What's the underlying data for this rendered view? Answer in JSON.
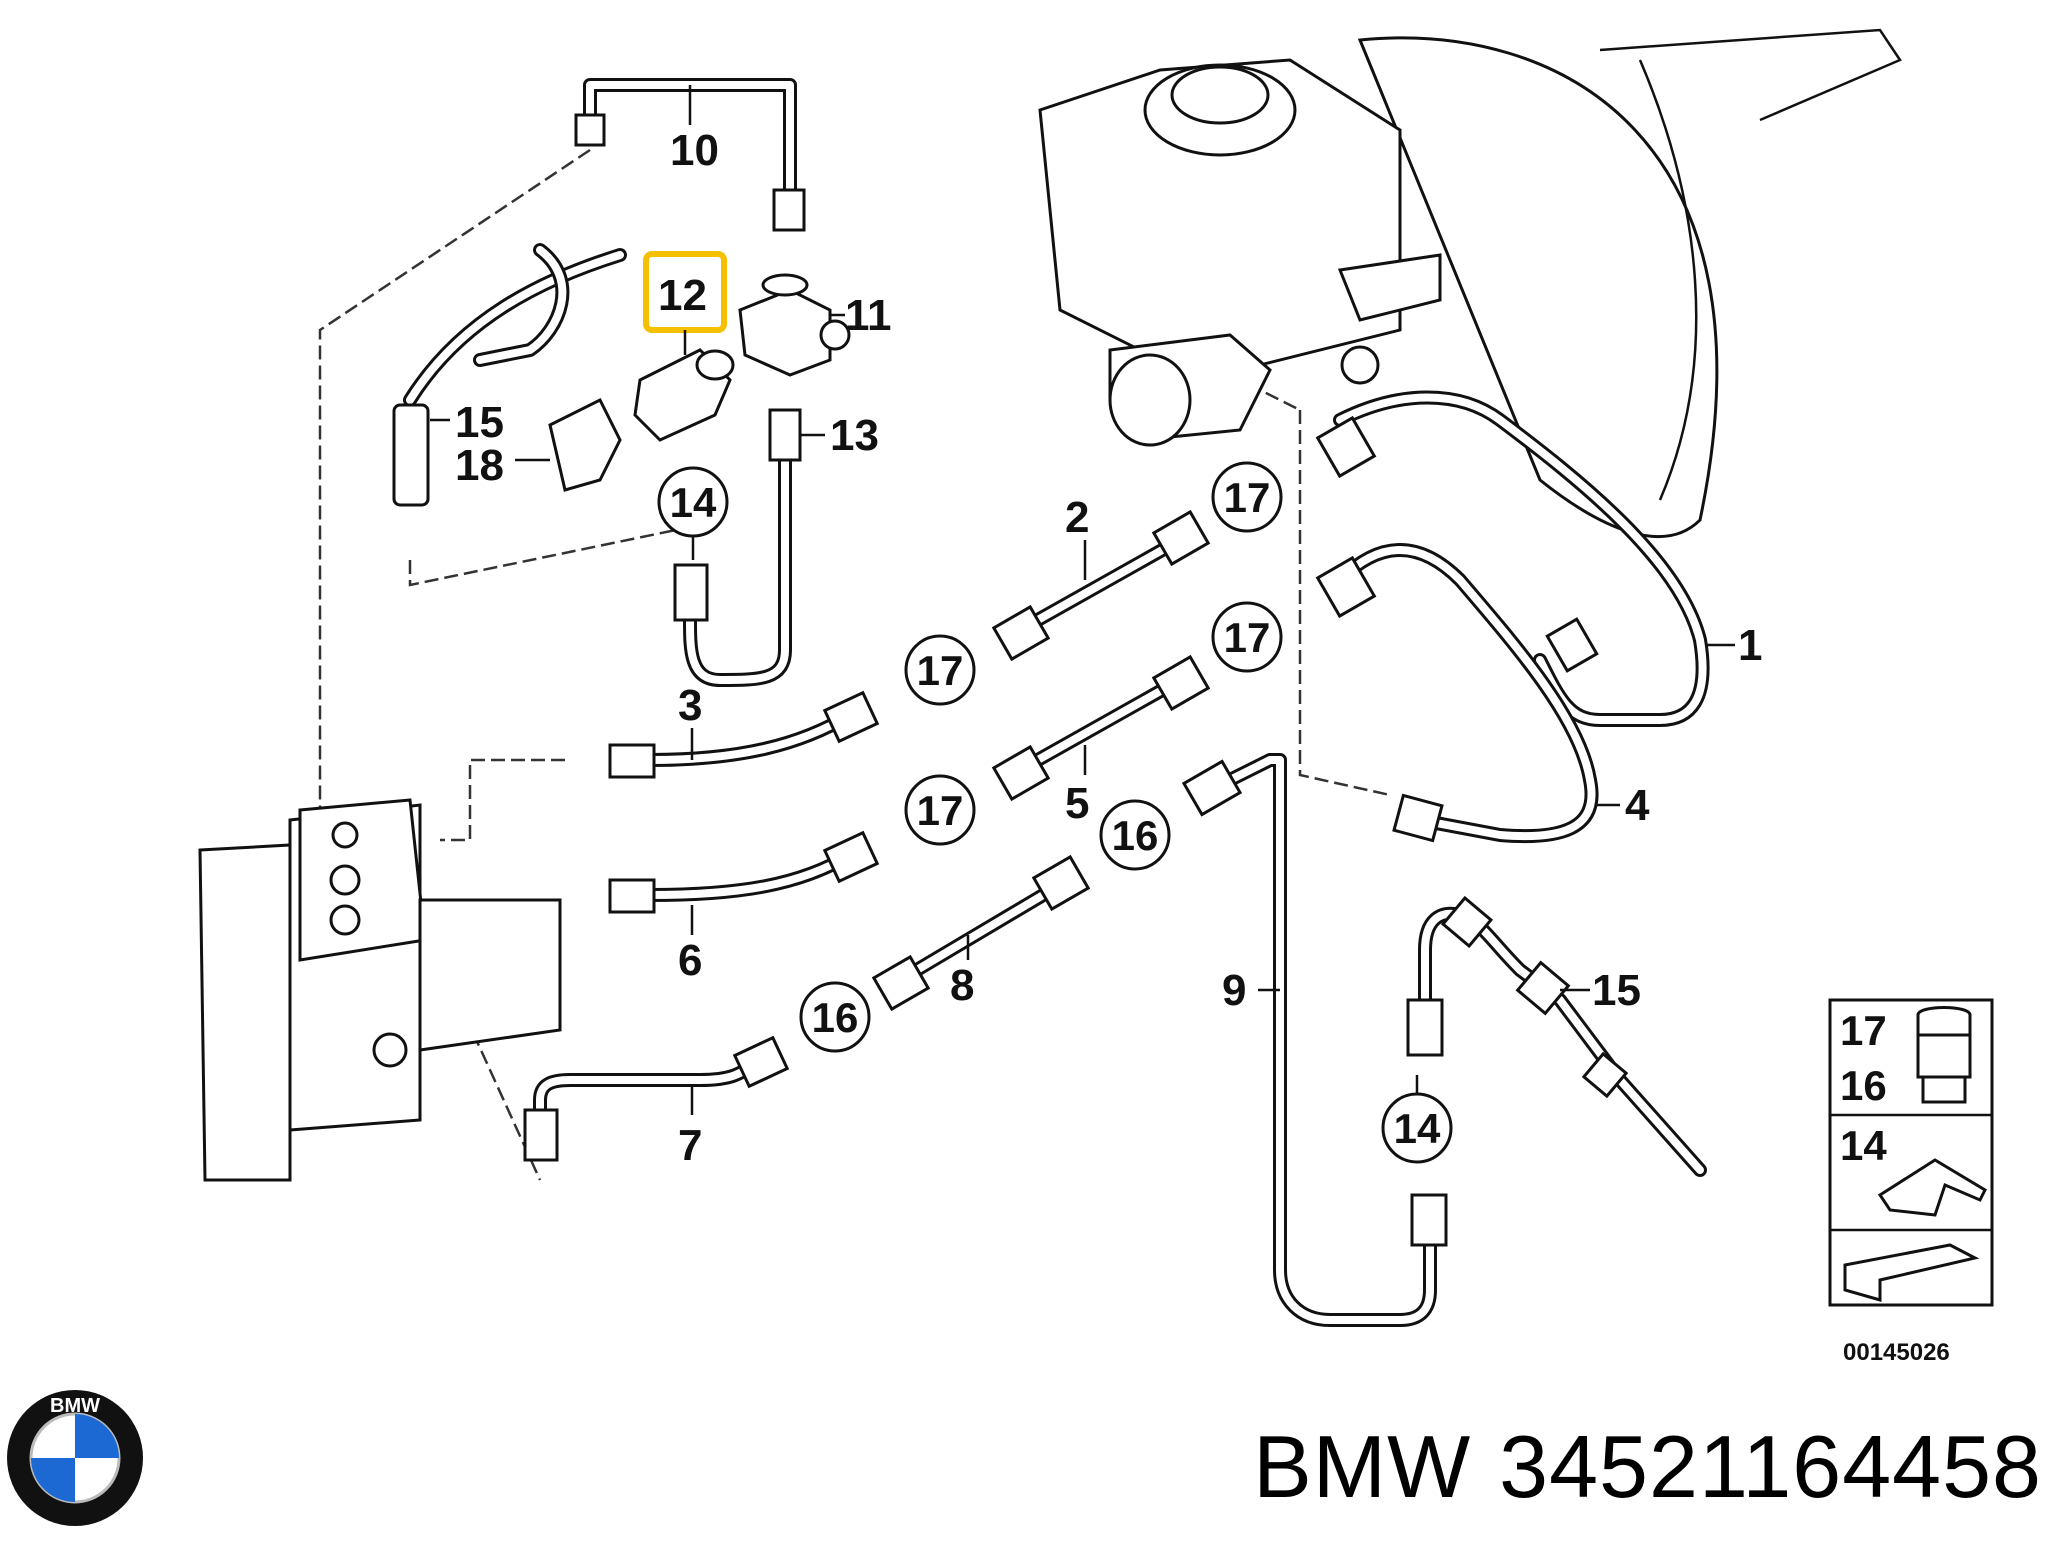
{
  "diagram": {
    "part_labels": {
      "p1": "1",
      "p2": "2",
      "p3": "3",
      "p4": "4",
      "p5": "5",
      "p6": "6",
      "p7": "7",
      "p8": "8",
      "p9": "9",
      "p10": "10",
      "p11": "11",
      "p12": "12",
      "p13": "13",
      "p14": "14",
      "p15": "15",
      "p15b": "15",
      "p18": "18"
    },
    "circle_labels": {
      "c14a": "14",
      "c14b": "14",
      "c17a": "17",
      "c17b": "17",
      "c17c": "17",
      "c17d": "17",
      "c16a": "16",
      "c16b": "16"
    },
    "highlight_color": "#f5c000",
    "legend": {
      "items": [
        "17",
        "16",
        "14"
      ]
    },
    "diagram_id": "00145026"
  },
  "brand": {
    "logo_letters": "BMW",
    "name": "BMW",
    "part_number": "34521164458"
  }
}
